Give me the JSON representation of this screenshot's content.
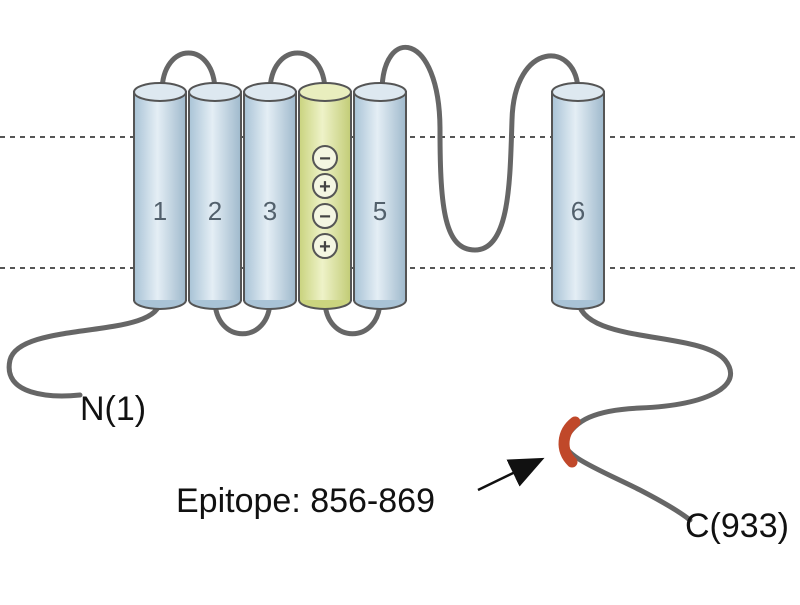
{
  "helices": [
    {
      "label": "1"
    },
    {
      "label": "2"
    },
    {
      "label": "3"
    },
    {
      "label": ""
    },
    {
      "label": "5"
    },
    {
      "label": "6"
    }
  ],
  "charges": [
    "−",
    "+",
    "−",
    "+"
  ],
  "labels": {
    "n_terminus": "N(1)",
    "c_terminus": "C(933)",
    "epitope": "Epitope: 856-869"
  },
  "colors": {
    "helix": "#c9dbe8",
    "voltage_sensor": "#dfe6a8",
    "loop": "#666666",
    "epitope": "#c0482a",
    "membrane_line": "#555555"
  }
}
